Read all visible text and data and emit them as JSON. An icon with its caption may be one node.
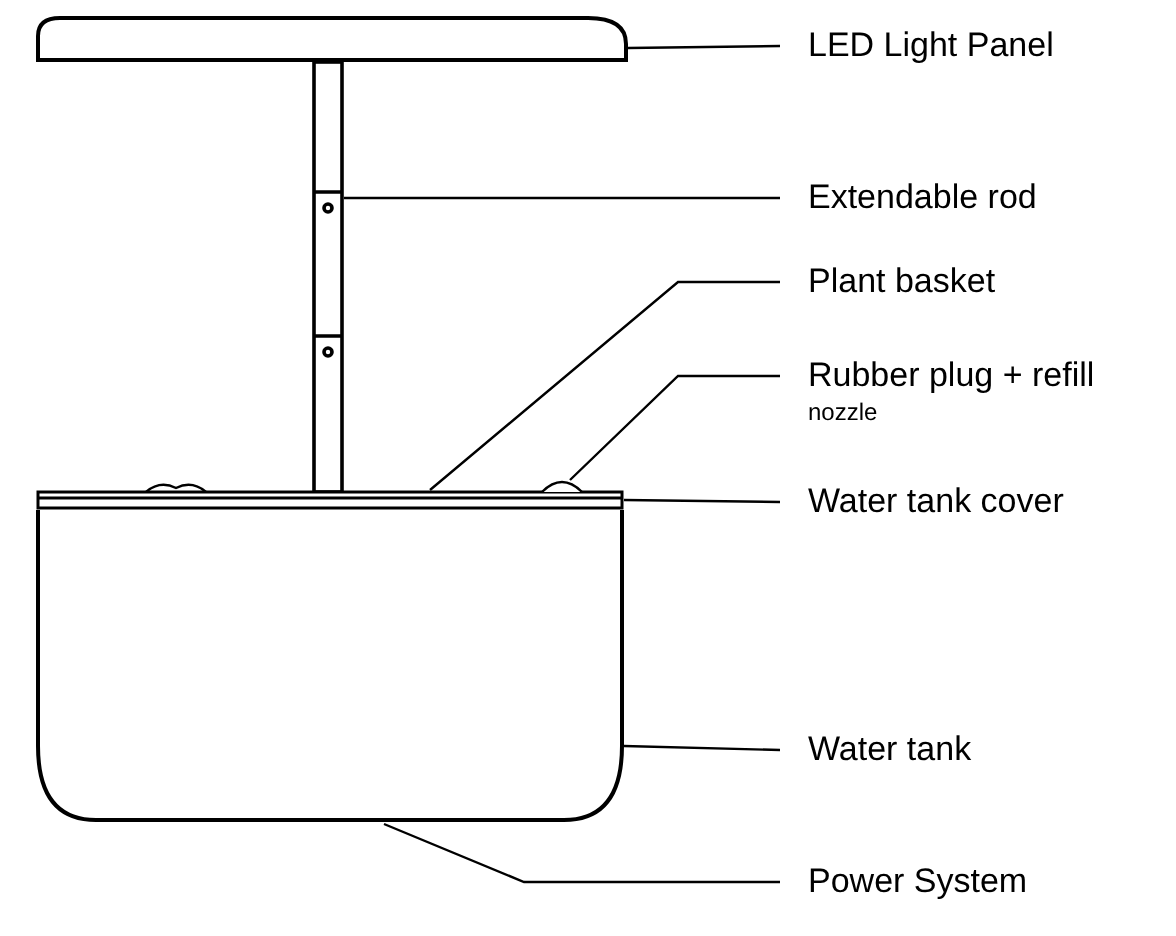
{
  "diagram": {
    "nodes": [
      {
        "text": [
          "LED Light Panel"
        ]
      },
      {
        "text": [
          "Extendable rod"
        ]
      },
      {
        "text": [
          "Plant basket"
        ]
      },
      {
        "text": [
          "Rubber plug + refill",
          "nozzle"
        ]
      },
      {
        "text": [
          "Water tank cover"
        ]
      },
      {
        "text": [
          "Water tank"
        ]
      },
      {
        "text": [
          "Power System"
        ]
      },
      {
        "text": [],
        "shape": "box"
      },
      {
        "text": [],
        "shape": "bar"
      },
      {
        "text": [],
        "shape": "bar"
      },
      {
        "text": [],
        "shape": "circle"
      },
      {
        "text": [],
        "shape": "box"
      }
    ],
    "edges": [
      {
        "from": 0,
        "to": 7,
        "arrow": "none"
      },
      {
        "from": 1,
        "to": 8,
        "arrow": "none"
      },
      {
        "from": 2,
        "to": 9,
        "arrow": "none"
      },
      {
        "from": 3,
        "to": 10,
        "arrow": "none"
      },
      {
        "from": 4,
        "to": 9,
        "arrow": "none"
      },
      {
        "from": 5,
        "to": 11,
        "arrow": "none"
      },
      {
        "from": 6,
        "to": 11,
        "arrow": "none"
      }
    ]
  }
}
